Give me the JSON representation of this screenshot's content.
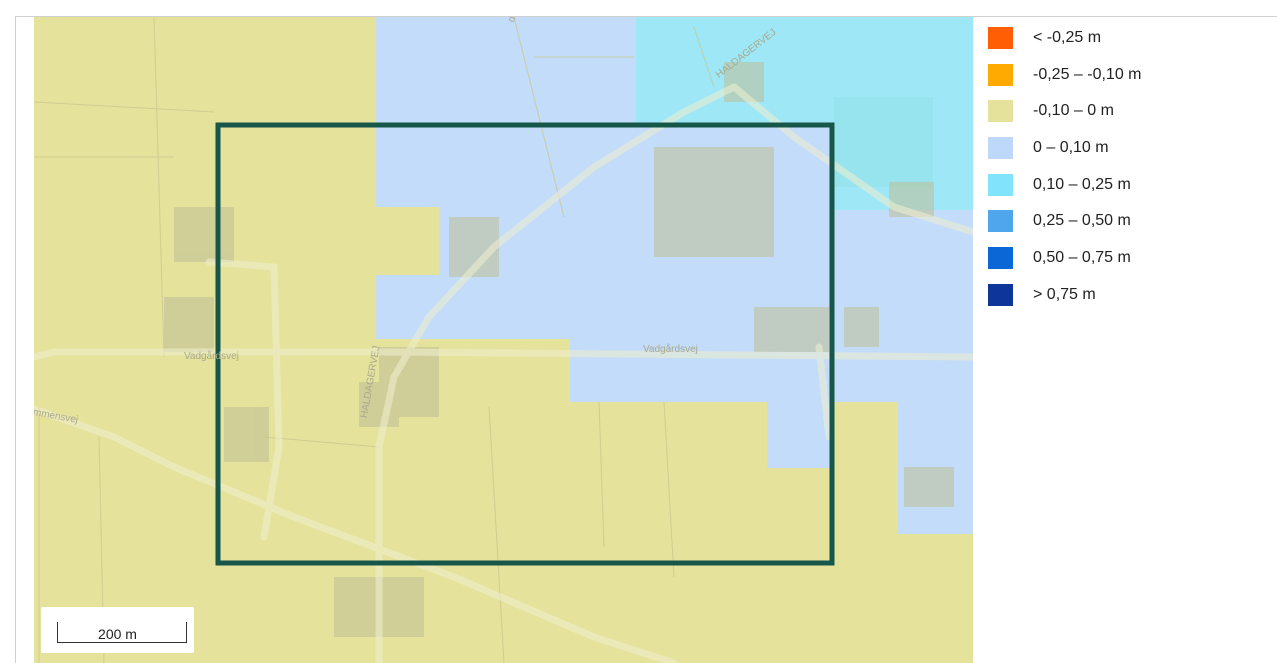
{
  "map": {
    "road_labels": {
      "vadgardsvej_west": "Vadgårdsvej",
      "vadgardsvej_east": "Vadgårdsvej",
      "haldagervej_north": "HALDAGERVEJ",
      "haldagervej_south": "HALDAGERVEJ",
      "tommensvej": "mmensvej",
      "north_road": "ddeen"
    },
    "scale_bar": {
      "label": "200 m"
    },
    "colors": {
      "basemap": "#e5e29c",
      "cat_neg_010_0": "#e5e29c",
      "cat_0_010": "#c2dcf9",
      "cat_010_025": "#9de7f7",
      "study_area_outline": "#17574a"
    }
  },
  "legend": {
    "items": [
      {
        "label": "< -0,25 m",
        "color": "#ff5e04"
      },
      {
        "label": "-0,25 – -0,10 m",
        "color": "#ffaa00"
      },
      {
        "label": "-0,10 – 0 m",
        "color": "#e5e29c"
      },
      {
        "label": "0 – 0,10 m",
        "color": "#bed8fc"
      },
      {
        "label": "0,10 – 0,25 m",
        "color": "#82e3fd"
      },
      {
        "label": "0,25 – 0,50 m",
        "color": "#50a6ec"
      },
      {
        "label": "0,50 – 0,75 m",
        "color": "#0b67d6"
      },
      {
        "label": "> 0,75 m",
        "color": "#0e359a"
      }
    ]
  }
}
